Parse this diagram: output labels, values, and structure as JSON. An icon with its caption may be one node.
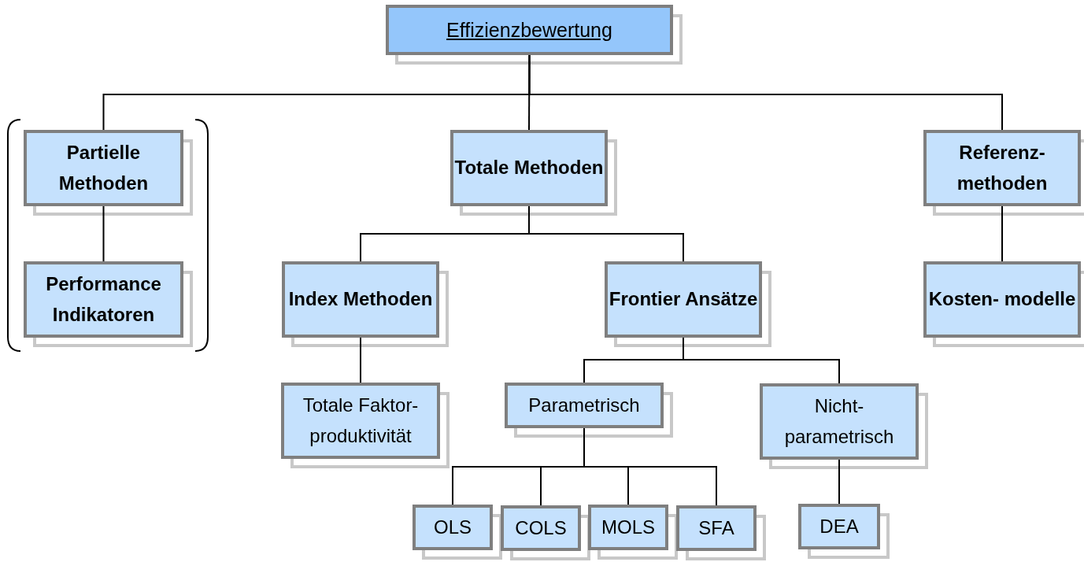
{
  "diagram": {
    "nodes": [
      {
        "text": [
          "Effizienzbewertung"
        ]
      },
      {
        "text": [
          "Partielle Methoden"
        ]
      },
      {
        "text": [
          "Totale Methoden"
        ]
      },
      {
        "text": [
          "Referenz- methoden"
        ]
      },
      {
        "text": [
          "Performance Indikatoren"
        ]
      },
      {
        "text": [
          "Index Methoden"
        ]
      },
      {
        "text": [
          "Frontier Ansätze"
        ]
      },
      {
        "text": [
          "Kosten- modelle"
        ]
      },
      {
        "text": [
          "Totale Faktor- produktivität"
        ]
      },
      {
        "text": [
          "Parametrisch"
        ]
      },
      {
        "text": [
          "Nicht- parametrisch"
        ]
      },
      {
        "text": [
          "OLS"
        ]
      },
      {
        "text": [
          "COLS"
        ]
      },
      {
        "text": [
          "MOLS"
        ]
      },
      {
        "text": [
          "SFA"
        ]
      },
      {
        "text": [
          "DEA"
        ]
      }
    ],
    "edges": [
      {
        "from": 0,
        "to": 1,
        "arrow": "none"
      },
      {
        "from": 0,
        "to": 2,
        "arrow": "none"
      },
      {
        "from": 0,
        "to": 3,
        "arrow": "none"
      },
      {
        "from": 1,
        "to": 4,
        "arrow": "none"
      },
      {
        "from": 2,
        "to": 5,
        "arrow": "none"
      },
      {
        "from": 2,
        "to": 6,
        "arrow": "none"
      },
      {
        "from": 3,
        "to": 7,
        "arrow": "none"
      },
      {
        "from": 5,
        "to": 8,
        "arrow": "none"
      },
      {
        "from": 6,
        "to": 9,
        "arrow": "none"
      },
      {
        "from": 6,
        "to": 10,
        "arrow": "none"
      },
      {
        "from": 9,
        "to": 11,
        "arrow": "none"
      },
      {
        "from": 9,
        "to": 12,
        "arrow": "none"
      },
      {
        "from": 9,
        "to": 13,
        "arrow": "none"
      },
      {
        "from": 9,
        "to": 14,
        "arrow": "none"
      },
      {
        "from": 10,
        "to": 15,
        "arrow": "none"
      }
    ]
  }
}
